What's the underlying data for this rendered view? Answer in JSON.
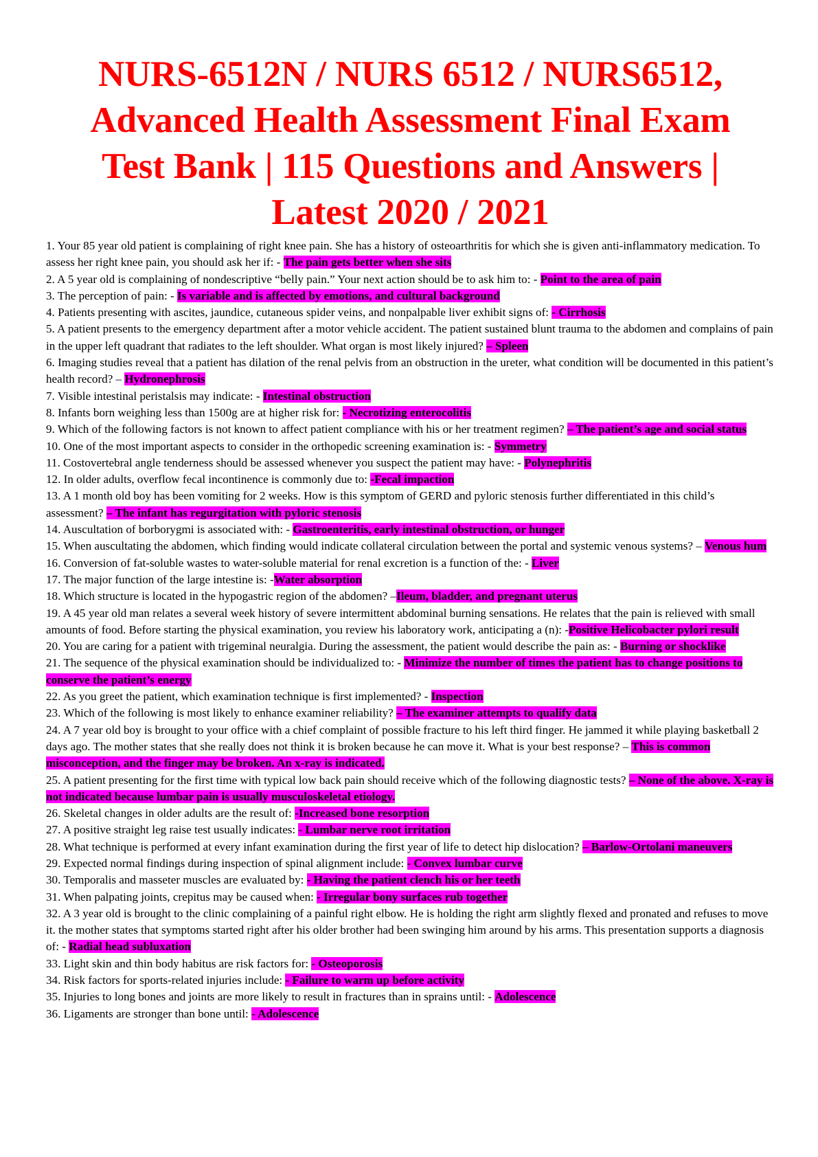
{
  "document": {
    "title_lines": [
      "NURS-6512N / NURS 6512 / NURS6512,",
      "Advanced Health Assessment Final Exam",
      "Test Bank | 115 Questions and Answers |",
      "Latest 2020 / 2021"
    ],
    "highlight_color": "#ff00ff",
    "title_color": "#ff0000",
    "questions": [
      {
        "q": "1. Your 85 year old patient is complaining of right knee pain. She has a history of osteoarthritis for which she is given anti-inflammatory medication. To assess her right knee pain, you should ask her if: - ",
        "a": "The pain gets better when she sits"
      },
      {
        "q": "2. A 5 year old is complaining of nondescriptive “belly pain.” Your next action should be to ask him to: - ",
        "a": "Point to the area of pain"
      },
      {
        "q": "3. The perception of pain: - ",
        "a": "Is variable and is affected by emotions, and cultural background"
      },
      {
        "q": "4. Patients presenting with ascites, jaundice, cutaneous spider veins, and nonpalpable liver exhibit signs of: ",
        "a": "- Cirrhosis"
      },
      {
        "q": "5. A patient presents to the emergency department after a motor vehicle accident. The patient sustained blunt trauma to the abdomen and complains of pain in the upper left quadrant that radiates to the left shoulder. What organ is most likely injured? ",
        "a": "– Spleen"
      },
      {
        "q": "6. Imaging studies reveal that a patient has dilation of the renal pelvis from an obstruction in the ureter, what condition will be documented in this patient’s health record? – ",
        "a": "Hydronephrosis"
      },
      {
        "q": "7. Visible intestinal peristalsis may indicate: - ",
        "a": "Intestinal obstruction"
      },
      {
        "q": "8. Infants born weighing less than 1500g are at higher risk for: ",
        "a": "- Necrotizing enterocolitis"
      },
      {
        "q": "9. Which of the following factors is not known to affect patient compliance with his or her treatment regimen? ",
        "a": "– The patient’s age and social status"
      },
      {
        "q": "10. One of the most important aspects to consider in the orthopedic screening examination is: - ",
        "a": "Symmetry"
      },
      {
        "q": "11. Costovertebral angle tenderness should be assessed whenever you suspect the patient may have: - ",
        "a": "Polynephritis"
      },
      {
        "q": "12. In older adults, overflow fecal incontinence is commonly due to: ",
        "a": "-Fecal impaction"
      },
      {
        "q": "13. A 1 month old boy has been vomiting for 2 weeks. How is this symptom of GERD and pyloric stenosis further differentiated in this child’s assessment? ",
        "a": "– The infant has regurgitation with pyloric stenosis"
      },
      {
        "q": "14. Auscultation of borborygmi is associated with: - ",
        "a": "Gastroenteritis, early intestinal obstruction, or hunger"
      },
      {
        "q": "15. When auscultating the abdomen, which finding would indicate collateral circulation between the portal and systemic venous systems? – ",
        "a": "Venous hum"
      },
      {
        "q": "16. Conversion of fat-soluble wastes to water-soluble material for renal excretion is a function of the: - ",
        "a": "Liver"
      },
      {
        "q": "17. The major function of the large intestine is: -",
        "a": "Water absorption "
      },
      {
        "q": "18. Which structure is located in the hypogastric region of the abdomen? –",
        "a": "Ileum, bladder, and pregnant uterus"
      },
      {
        "q": "19. A 45 year old man relates a several week history of severe intermittent abdominal burning sensations. He relates that the pain is relieved with small amounts of food. Before starting the physical examination, you review his laboratory work, anticipating a (n): -",
        "a": "Positive Helicobacter pylori result"
      },
      {
        "q": "20. You are caring for a patient with trigeminal neuralgia. During the assessment, the patient would describe the pain as: - ",
        "a": "Burning or shocklike"
      },
      {
        "q": "21. The sequence of the physical examination should be individualized to: - ",
        "a": "Minimize the number of times the patient has to change positions to conserve the patient’s energy"
      },
      {
        "q": "22. As you greet the patient, which examination technique is first implemented? - ",
        "a": "Inspection"
      },
      {
        "q": "23. Which of the following is most likely to enhance examiner reliability? ",
        "a": "– The examiner attempts to qualify data"
      },
      {
        "q": "24. A 7 year old boy is brought to your office with a chief complaint of possible fracture to his left third finger. He jammed it while playing basketball 2 days ago. The mother states that she really does not think it is broken because he can move it. What is your best response? – ",
        "a": "This is common misconception, and the finger may be broken. An x-ray is indicated."
      },
      {
        "q": "25. A patient presenting for the first time with typical low back pain should receive which of the following diagnostic tests? ",
        "a": "– None of the above. X-ray is not indicated because lumbar pain is usually musculoskeletal etiology."
      },
      {
        "q": "26. Skeletal changes in older adults are the result of: ",
        "a": "-Increased bone resorption"
      },
      {
        "q": "27. A positive straight leg raise test usually indicates: ",
        "a": "- Lumbar nerve root irritation"
      },
      {
        "q": "28. What technique is performed at every infant examination during the first year of life to detect hip dislocation? ",
        "a": "– Barlow-Ortolani maneuvers"
      },
      {
        "q": "29. Expected normal findings during inspection of spinal alignment include: ",
        "a": "- Convex lumbar curve"
      },
      {
        "q": "30. Temporalis and masseter muscles are evaluated by: ",
        "a": "- Having the patient clench his or her teeth"
      },
      {
        "q": "31. When palpating joints, crepitus may be caused when: ",
        "a": "- Irregular bony surfaces rub together"
      },
      {
        "q": "32. A 3 year old is brought to the clinic complaining of a painful right elbow. He is holding the right arm slightly flexed and pronated and refuses to move it. the mother states that symptoms started right after his older brother had been swinging him around by his arms. This presentation supports a diagnosis of: - ",
        "a": "Radial head subluxation"
      },
      {
        "q": "33. Light skin and thin body habitus are risk factors for: ",
        "a": "- Osteoporosis"
      },
      {
        "q": "34. Risk factors for sports-related injuries include: ",
        "a": "- Failure to warm up before activity"
      },
      {
        "q": "35. Injuries to long bones and joints are more likely to result in fractures than in sprains until: - ",
        "a": "Adolescence"
      },
      {
        "q": "36. Ligaments are stronger than bone until: ",
        "a": "- Adolescence"
      }
    ]
  }
}
